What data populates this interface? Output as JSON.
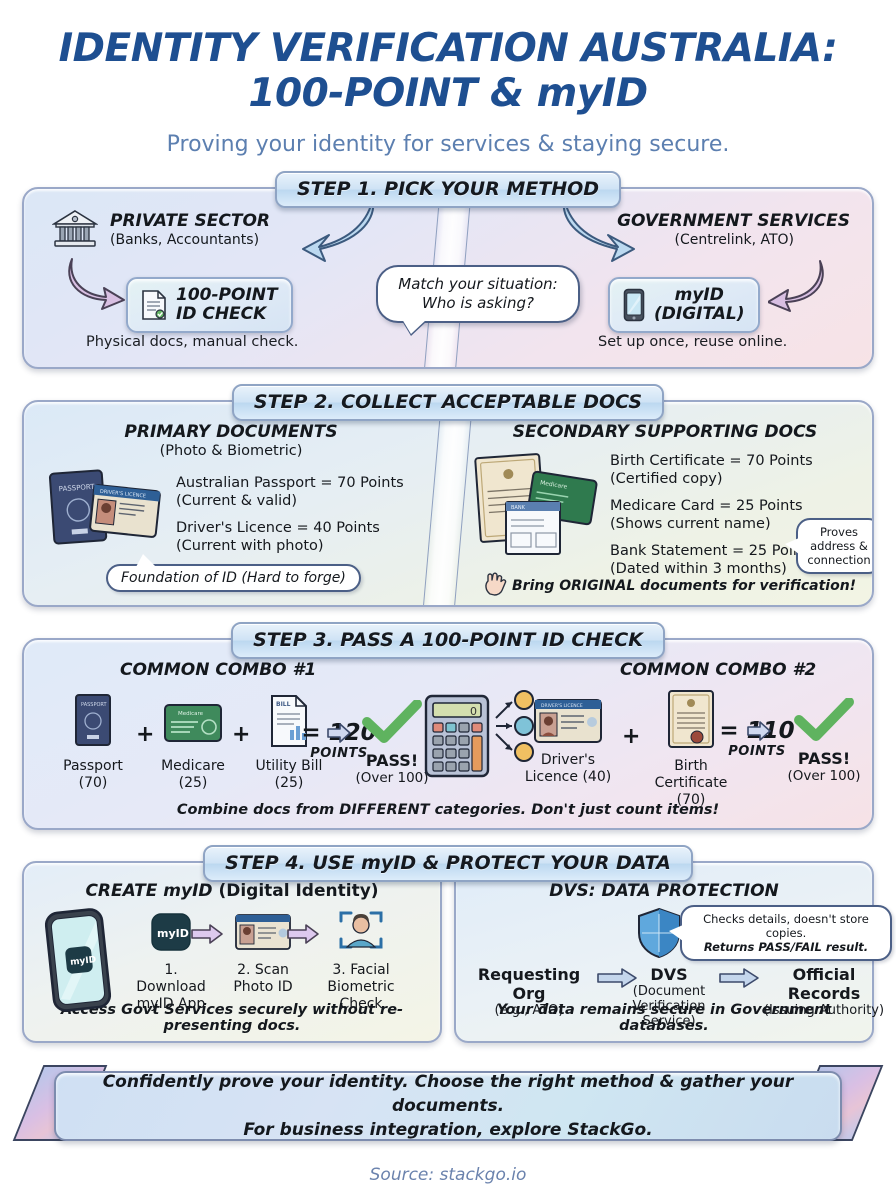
{
  "header": {
    "title_line1": "IDENTITY VERIFICATION AUSTRALIA:",
    "title_line2": "100-POINT & myID",
    "subtitle": "Proving your identity for services & staying secure."
  },
  "step1": {
    "banner": "STEP 1. PICK YOUR METHOD",
    "left": {
      "heading": "PRIVATE SECTOR",
      "subheading": "(Banks, Accountants)",
      "pill_line1": "100-POINT",
      "pill_line2": "ID CHECK",
      "caption": "Physical docs, manual check."
    },
    "right": {
      "heading": "GOVERNMENT SERVICES",
      "subheading": "(Centrelink, ATO)",
      "pill_line1": "myID",
      "pill_line2": "(DIGITAL)",
      "caption": "Set up once, reuse online."
    },
    "bubble_line1": "Match your situation:",
    "bubble_line2": "Who is asking?"
  },
  "step2": {
    "banner": "STEP 2. COLLECT ACCEPTABLE DOCS",
    "left": {
      "heading": "PRIMARY DOCUMENTS",
      "subheading": "(Photo & Biometric)",
      "items": [
        {
          "main": "Australian Passport = 70 Points",
          "note": "(Current & valid)"
        },
        {
          "main": "Driver's Licence = 40 Points",
          "note": "(Current with photo)"
        }
      ],
      "tag": "Foundation of ID (Hard to forge)"
    },
    "right": {
      "heading": "SECONDARY SUPPORTING DOCS",
      "items": [
        {
          "main": "Birth Certificate = 70 Points",
          "note": "(Certified copy)"
        },
        {
          "main": "Medicare Card = 25 Points",
          "note": "(Shows current name)"
        },
        {
          "main": "Bank Statement = 25 Points",
          "note": "(Dated within 3 months)"
        }
      ],
      "callout": "Proves address & connection",
      "footnote": "Bring ORIGINAL documents for verification!"
    }
  },
  "step3": {
    "banner": "STEP 3. PASS A 100-POINT ID CHECK",
    "combo1": {
      "title": "COMMON COMBO #1",
      "items": [
        {
          "label": "Passport",
          "points": "(70)"
        },
        {
          "label": "Medicare",
          "points": "(25)"
        },
        {
          "label": "Utility Bill",
          "points": "(25)"
        }
      ],
      "total": "= 120",
      "total_unit": "POINTS",
      "result": "PASS!",
      "result_note": "(Over 100)"
    },
    "combo2": {
      "title": "COMMON COMBO #2",
      "items": [
        {
          "label": "Driver's Licence (40)",
          "points": ""
        },
        {
          "label": "Birth Certificate",
          "points": "(70)"
        }
      ],
      "total": "= 110",
      "total_unit": "POINTS",
      "result": "PASS!",
      "result_note": "(Over 100)"
    },
    "footnote": "Combine docs from DIFFERENT categories. Don't just count items!"
  },
  "step4": {
    "banner": "STEP 4. USE myID & PROTECT YOUR DATA",
    "left": {
      "title_strong": "CREATE myID",
      "title_normal": "(Digital Identity)",
      "phone_label": "myID",
      "app_label": "myID",
      "steps": [
        "1. Download myID App",
        "2. Scan Photo ID",
        "3. Facial Biometric Check"
      ],
      "footnote": "Access Govt Services securely without re-presenting docs."
    },
    "right": {
      "title": "DVS: DATA PROTECTION",
      "callout_line1": "Checks details, doesn't store copies.",
      "callout_line2": "Returns PASS/FAIL result.",
      "flow": [
        {
          "name": "Requesting Org",
          "sub": "(e.g., ATO)"
        },
        {
          "name": "DVS",
          "sub": "(Document Verification Service)"
        },
        {
          "name": "Official Records",
          "sub": "(Issuing Authority)"
        }
      ],
      "footnote": "Your data remains secure in Government databases."
    }
  },
  "footer": {
    "line1": "Confidently prove your identity. Choose the right method & gather your documents.",
    "line2": "For business integration, explore StackGo.",
    "source": "Source: stackgo.io"
  },
  "colors": {
    "title_blue": "#1e4f91",
    "subtitle_blue": "#5c7fb0",
    "panel_border": "#9aa8c8",
    "check_green": "#5fb35f",
    "arrow_blue": "#b6d4ee",
    "arrow_purple": "#d8bfe2"
  }
}
